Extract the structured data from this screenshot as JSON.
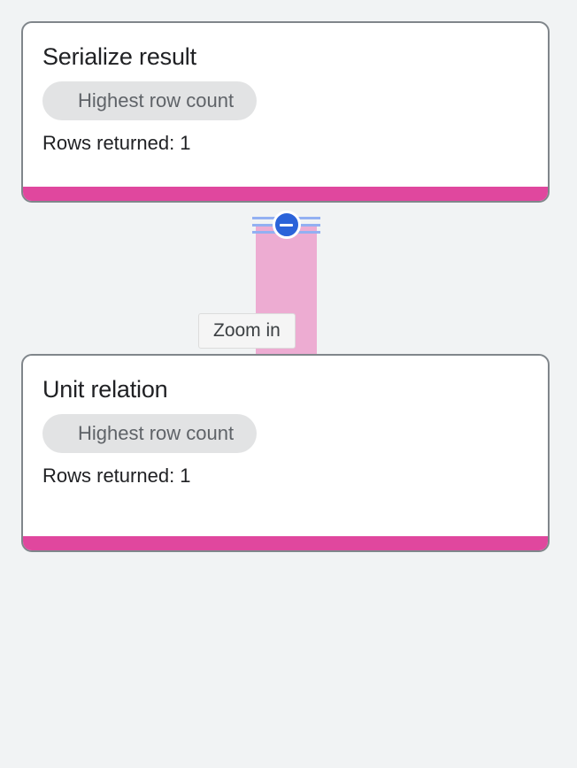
{
  "canvas": {
    "background_color": "#f1f3f4"
  },
  "nodes": [
    {
      "id": "serialize-result",
      "title": "Serialize result",
      "badge": "Highest row count",
      "rows_text": "Rows returned: 1",
      "accent_color": "#e0479e",
      "border_color": "#80868b"
    },
    {
      "id": "unit-relation",
      "title": "Unit relation",
      "badge": "Highest row count",
      "rows_text": "Rows returned: 1",
      "accent_color": "#e0479e",
      "border_color": "#80868b"
    }
  ],
  "edge": {
    "color": "#edacd2",
    "stripe_color": "#93b0f2",
    "handle": {
      "icon": "minus-circle-icon",
      "color": "#2b63d9",
      "action": "collapse"
    }
  },
  "tooltip": {
    "label": "Zoom in",
    "background_color": "#f5f5f5",
    "text_color": "#3c4043"
  }
}
